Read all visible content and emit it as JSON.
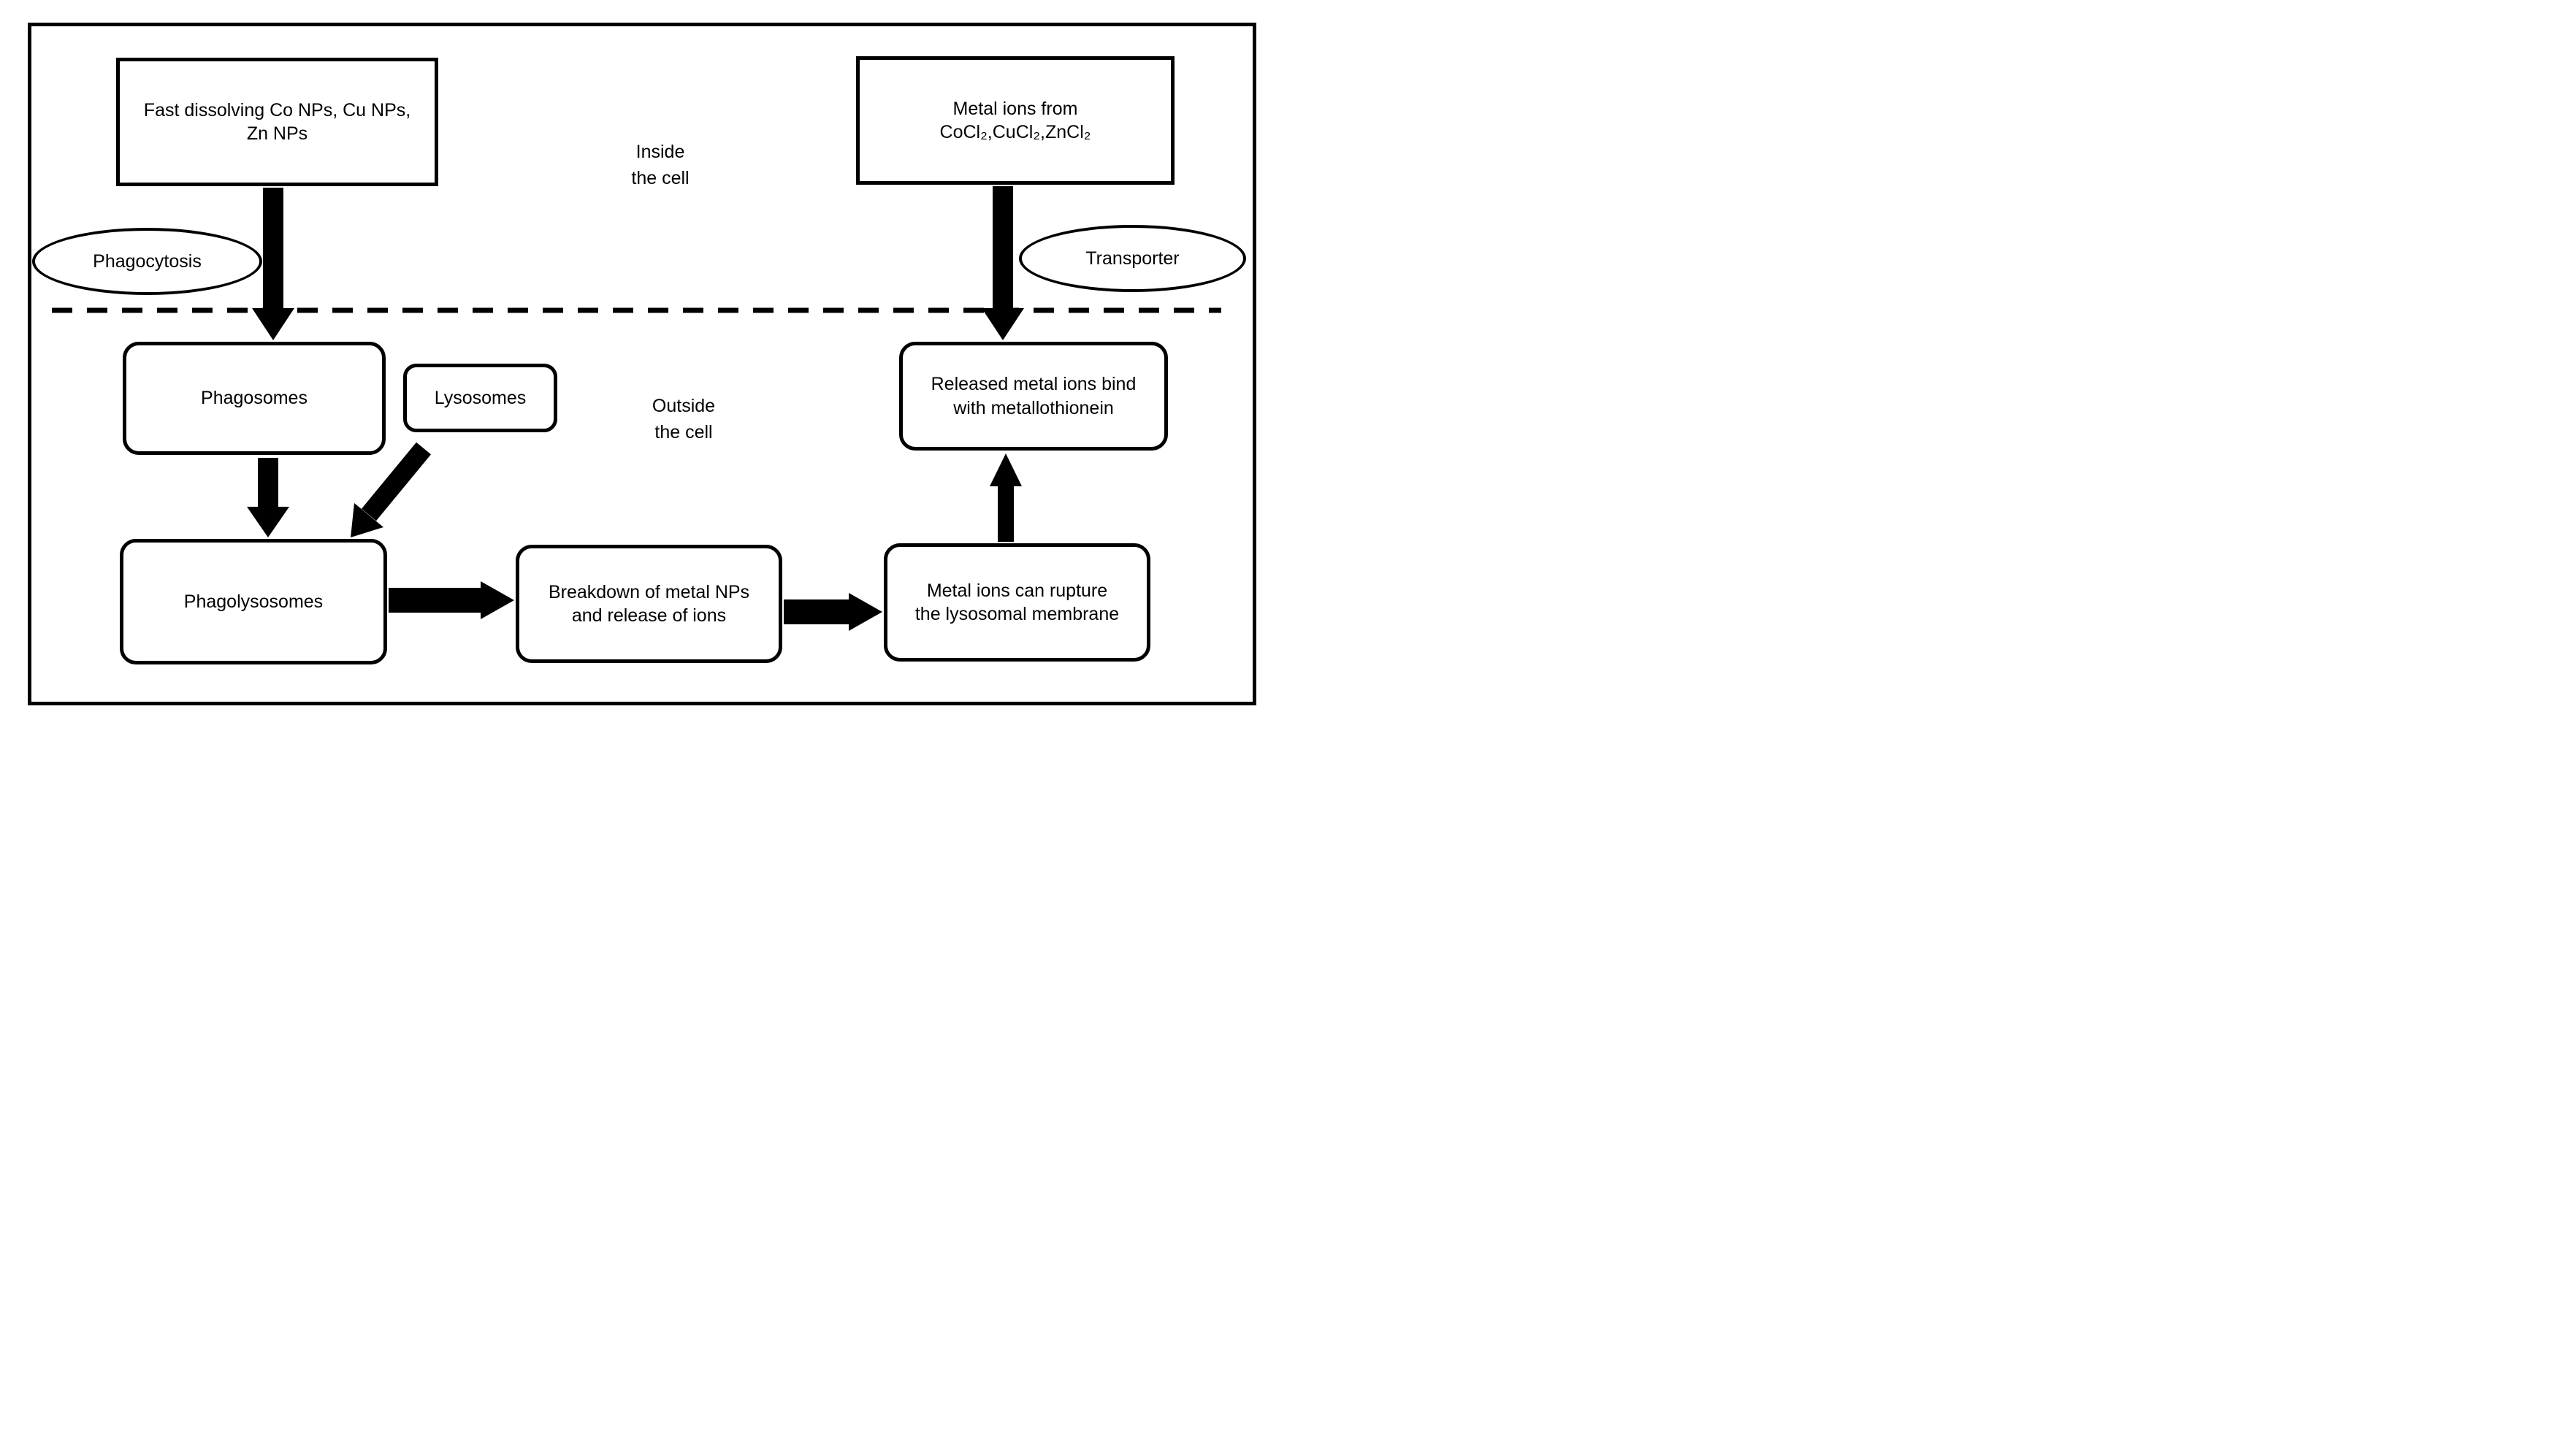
{
  "diagram": {
    "colors": {
      "background": "#ffffff",
      "ink": "#000000"
    },
    "regions": {
      "inside_cell": "Inside\nthe cell",
      "outside_cell": "Outside\nthe cell"
    },
    "nodes": {
      "fast_dissolving_nps": "Fast dissolving Co NPs, Cu NPs,\nZn NPs",
      "metal_ion_salts": "Metal ions from\nCoCl₂,CuCl₂,ZnCl₂",
      "phagocytosis": "Phagocytosis",
      "transporter": "Transporter",
      "phagosomes": "Phagosomes",
      "lysosomes": "Lysosomes",
      "released_ions_bind": "Released metal ions bind\nwith metallothionein",
      "phagolysosomes": "Phagolysosomes",
      "breakdown_nps": "Breakdown of metal NPs\nand release of ions",
      "rupture_membrane": "Metal ions can rupture\nthe lysosomal membrane"
    },
    "edges": [
      {
        "from": "fast_dissolving_nps",
        "to": "phagosomes",
        "via": "phagocytosis",
        "style": "solid-arrow"
      },
      {
        "from": "metal_ion_salts",
        "to": "released_ions_bind",
        "via": "transporter",
        "style": "solid-arrow"
      },
      {
        "from": "phagosomes",
        "to": "phagolysosomes",
        "style": "solid-arrow"
      },
      {
        "from": "lysosomes",
        "to": "phagolysosomes",
        "style": "solid-arrow"
      },
      {
        "from": "phagolysosomes",
        "to": "breakdown_nps",
        "style": "solid-arrow"
      },
      {
        "from": "breakdown_nps",
        "to": "rupture_membrane",
        "style": "solid-arrow"
      },
      {
        "from": "rupture_membrane",
        "to": "released_ions_bind",
        "style": "solid-arrow"
      }
    ],
    "membrane_divider": {
      "style": "dashed-line"
    }
  }
}
